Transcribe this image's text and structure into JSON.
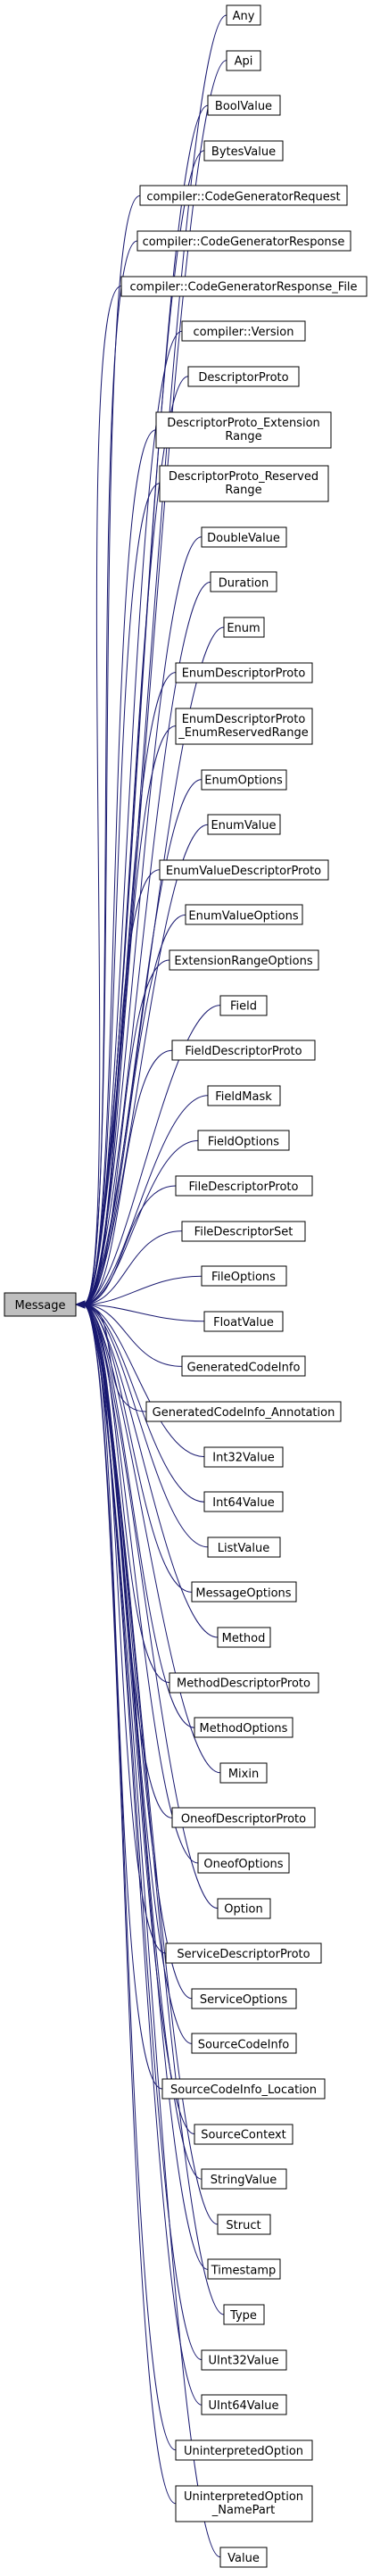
{
  "root": {
    "label": "Message",
    "fill": "#bfbfbf"
  },
  "edge_color": "#191970",
  "nodes": [
    {
      "lines": [
        "Any"
      ]
    },
    {
      "lines": [
        "Api"
      ]
    },
    {
      "lines": [
        "BoolValue"
      ]
    },
    {
      "lines": [
        "BytesValue"
      ]
    },
    {
      "lines": [
        "compiler::CodeGeneratorRequest"
      ]
    },
    {
      "lines": [
        "compiler::CodeGeneratorResponse"
      ]
    },
    {
      "lines": [
        "compiler::CodeGeneratorResponse_File"
      ]
    },
    {
      "lines": [
        "compiler::Version"
      ]
    },
    {
      "lines": [
        "DescriptorProto"
      ]
    },
    {
      "lines": [
        "DescriptorProto_Extension",
        "Range"
      ]
    },
    {
      "lines": [
        "DescriptorProto_Reserved",
        "Range"
      ]
    },
    {
      "lines": [
        "DoubleValue"
      ]
    },
    {
      "lines": [
        "Duration"
      ]
    },
    {
      "lines": [
        "Enum"
      ]
    },
    {
      "lines": [
        "EnumDescriptorProto"
      ]
    },
    {
      "lines": [
        "EnumDescriptorProto",
        "_EnumReservedRange"
      ]
    },
    {
      "lines": [
        "EnumOptions"
      ]
    },
    {
      "lines": [
        "EnumValue"
      ]
    },
    {
      "lines": [
        "EnumValueDescriptorProto"
      ]
    },
    {
      "lines": [
        "EnumValueOptions"
      ]
    },
    {
      "lines": [
        "ExtensionRangeOptions"
      ]
    },
    {
      "lines": [
        "Field"
      ]
    },
    {
      "lines": [
        "FieldDescriptorProto"
      ]
    },
    {
      "lines": [
        "FieldMask"
      ]
    },
    {
      "lines": [
        "FieldOptions"
      ]
    },
    {
      "lines": [
        "FileDescriptorProto"
      ]
    },
    {
      "lines": [
        "FileDescriptorSet"
      ]
    },
    {
      "lines": [
        "FileOptions"
      ]
    },
    {
      "lines": [
        "FloatValue"
      ]
    },
    {
      "lines": [
        "GeneratedCodeInfo"
      ]
    },
    {
      "lines": [
        "GeneratedCodeInfo_Annotation"
      ]
    },
    {
      "lines": [
        "Int32Value"
      ]
    },
    {
      "lines": [
        "Int64Value"
      ]
    },
    {
      "lines": [
        "ListValue"
      ]
    },
    {
      "lines": [
        "MessageOptions"
      ]
    },
    {
      "lines": [
        "Method"
      ]
    },
    {
      "lines": [
        "MethodDescriptorProto"
      ]
    },
    {
      "lines": [
        "MethodOptions"
      ]
    },
    {
      "lines": [
        "Mixin"
      ]
    },
    {
      "lines": [
        "OneofDescriptorProto"
      ]
    },
    {
      "lines": [
        "OneofOptions"
      ]
    },
    {
      "lines": [
        "Option"
      ]
    },
    {
      "lines": [
        "ServiceDescriptorProto"
      ]
    },
    {
      "lines": [
        "ServiceOptions"
      ]
    },
    {
      "lines": [
        "SourceCodeInfo"
      ]
    },
    {
      "lines": [
        "SourceCodeInfo_Location"
      ]
    },
    {
      "lines": [
        "SourceContext"
      ]
    },
    {
      "lines": [
        "StringValue"
      ]
    },
    {
      "lines": [
        "Struct"
      ]
    },
    {
      "lines": [
        "Timestamp"
      ]
    },
    {
      "lines": [
        "Type"
      ]
    },
    {
      "lines": [
        "UInt32Value"
      ]
    },
    {
      "lines": [
        "UInt64Value"
      ]
    },
    {
      "lines": [
        "UninterpretedOption"
      ]
    },
    {
      "lines": [
        "UninterpretedOption",
        "_NamePart"
      ]
    },
    {
      "lines": [
        "Value"
      ]
    }
  ]
}
